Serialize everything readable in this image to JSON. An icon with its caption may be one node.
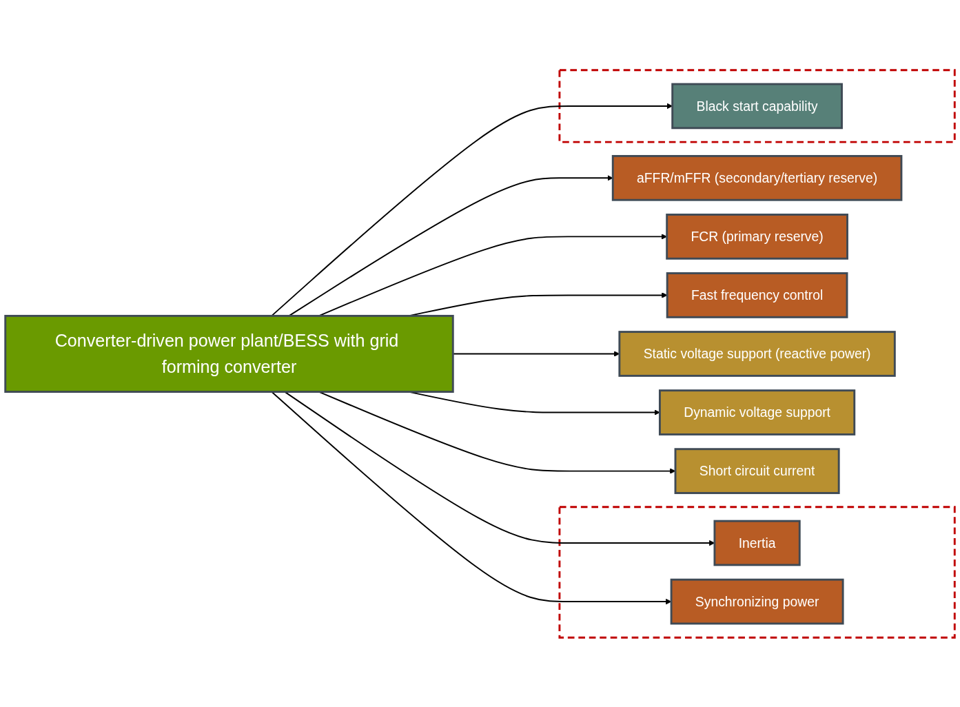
{
  "diagram": {
    "nodes": [
      {
        "text": [
          "Converter-driven power plant/BESS with grid forming converter"
        ]
      },
      {
        "text": [
          "aFFR/mFFR (secondary/tertiary reserve)"
        ]
      },
      {
        "text": [
          "FCR (primary reserve)"
        ]
      },
      {
        "text": [
          "Fast frequency control"
        ]
      },
      {
        "text": [],
        "shape": "box"
      },
      {
        "text": [
          "Inertia"
        ],
        "in": 4
      },
      {
        "text": [
          "Synchronizing power"
        ],
        "in": 4
      },
      {
        "text": [
          "Static voltage support (reactive power)"
        ]
      },
      {
        "text": [
          "Dynamic voltage support"
        ]
      },
      {
        "text": [
          "Short circuit current"
        ]
      },
      {
        "text": [],
        "shape": "box"
      },
      {
        "text": [
          "Black start capability"
        ],
        "in": 10
      }
    ],
    "edges": [
      {
        "from": 0,
        "to": 1,
        "arrow": "to"
      },
      {
        "from": 0,
        "to": 2,
        "arrow": "to"
      },
      {
        "from": 0,
        "to": 3,
        "arrow": "to"
      },
      {
        "from": 0,
        "to": 5,
        "arrow": "to"
      },
      {
        "from": 0,
        "to": 6,
        "arrow": "to"
      },
      {
        "from": 0,
        "to": 7,
        "arrow": "to"
      },
      {
        "from": 0,
        "to": 8,
        "arrow": "to"
      },
      {
        "from": 0,
        "to": 9,
        "arrow": "to"
      },
      {
        "from": 0,
        "to": 11,
        "arrow": "to"
      }
    ]
  }
}
